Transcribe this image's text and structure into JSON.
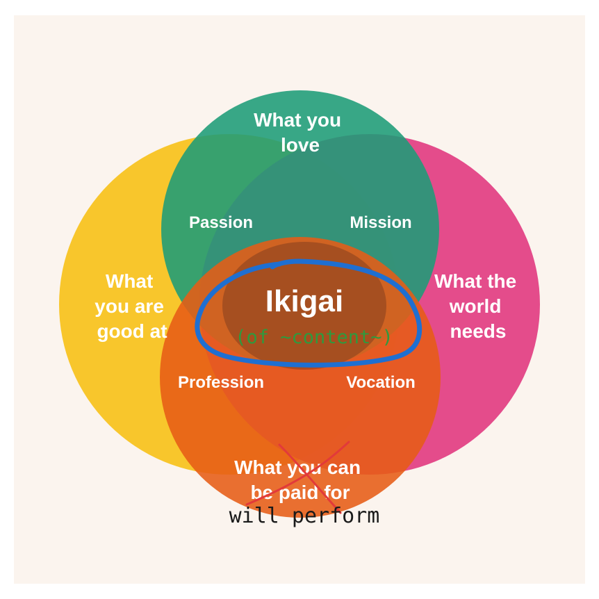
{
  "diagram": {
    "circles": {
      "love": {
        "label": [
          "What you",
          "love"
        ],
        "color": "#1c9c78"
      },
      "good_at": {
        "label": [
          "What",
          "you are",
          "good at"
        ],
        "color": "#f7c21d"
      },
      "world_needs": {
        "label": [
          "What the",
          "world",
          "needs"
        ],
        "color": "#e23e83"
      },
      "paid_for": {
        "label": [
          "What you can",
          "be paid for"
        ],
        "color": "#e65c16"
      }
    },
    "overlaps": {
      "passion": "Passion",
      "mission": "Mission",
      "profession": "Profession",
      "vocation": "Vocation"
    },
    "center": "Ikigai",
    "background_color": "#fbf4ee"
  },
  "annotations": {
    "center_note": "(of ~content~)",
    "center_note_color": "#2e9a3e",
    "circle_mark_color": "#1f6fd1",
    "strike_color": "#e23a3a",
    "replacement": "will perform",
    "replacement_color": "#1a1a1a"
  }
}
